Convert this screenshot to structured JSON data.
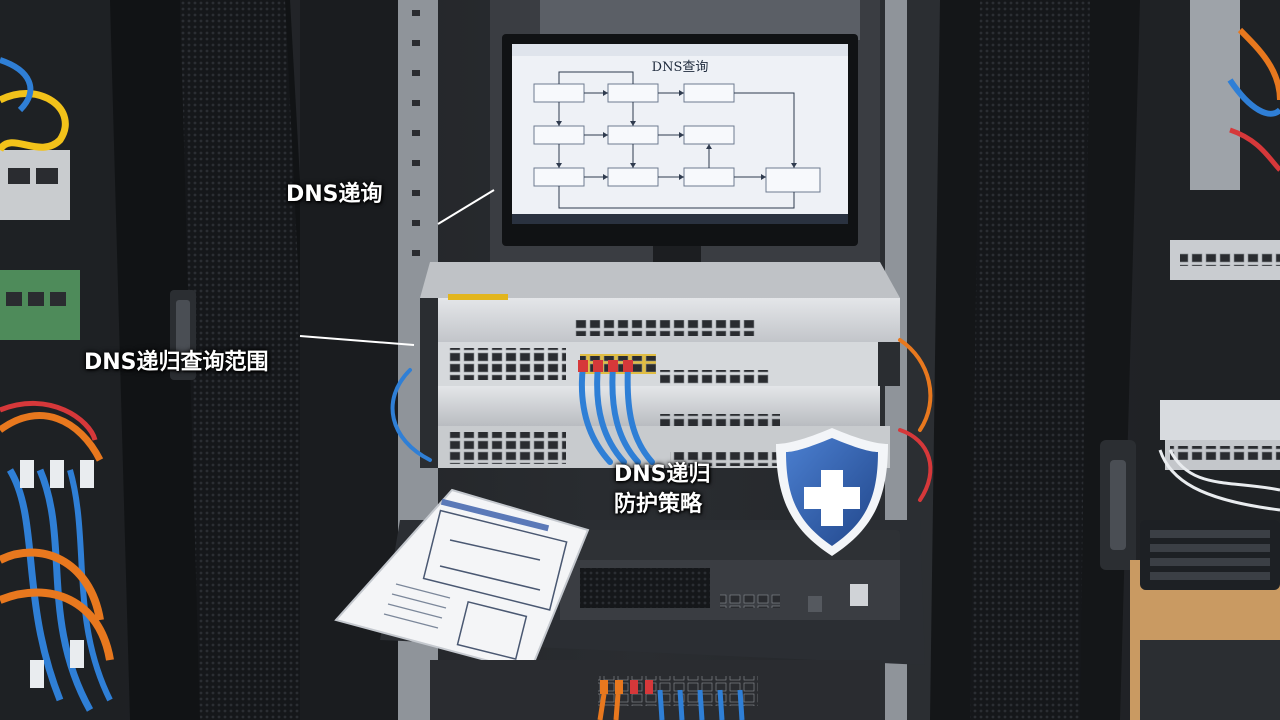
{
  "annotations": {
    "recursion_label": "DNS递询",
    "scope_label": "DNS递归查询范围",
    "policy_label_line1": "DNS递归",
    "policy_label_line2": "防护策略"
  },
  "monitor": {
    "title": "DNS查询"
  },
  "colors": {
    "rack": "#1c1f23",
    "shield_blue": "#2f5da8",
    "cable_blue": "#2f7fd6",
    "cable_orange": "#e8781e",
    "cable_red": "#d6383a",
    "switch_silver": "#d4d7db"
  },
  "icons": {
    "shield": "shield-cross-icon"
  }
}
